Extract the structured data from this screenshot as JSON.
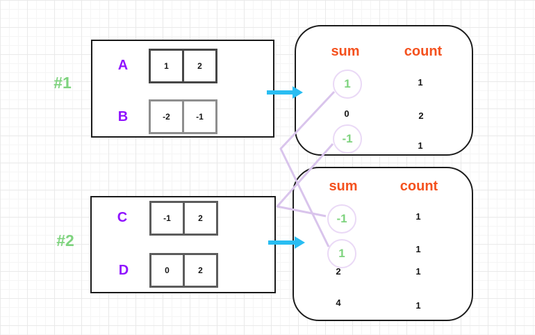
{
  "colors": {
    "accent_cyan": "#29bdf2",
    "accent_orange": "#f4511e",
    "accent_green": "#7ed37e",
    "accent_purple": "#9013fe",
    "connector_lavender": "#d9c4ec",
    "grid_line": "#e9e9e9"
  },
  "examples": [
    {
      "label": "#1",
      "arrays": [
        {
          "name": "A",
          "cells": [
            "1",
            "2"
          ]
        },
        {
          "name": "B",
          "cells": [
            "-2",
            "-1"
          ]
        }
      ],
      "table": {
        "headers": [
          "sum",
          "count"
        ],
        "rows": [
          {
            "sum": "1",
            "count": "1",
            "circled": true
          },
          {
            "sum": "0",
            "count": "2",
            "circled": false
          },
          {
            "sum": "-1",
            "count": "1",
            "circled": true
          }
        ]
      }
    },
    {
      "label": "#2",
      "arrays": [
        {
          "name": "C",
          "cells": [
            "-1",
            "2"
          ]
        },
        {
          "name": "D",
          "cells": [
            "0",
            "2"
          ]
        }
      ],
      "table": {
        "headers": [
          "sum",
          "count"
        ],
        "rows": [
          {
            "sum": "-1",
            "count": "1",
            "circled": true
          },
          {
            "sum": "1",
            "count": "1",
            "circled": true
          },
          {
            "sum": "2",
            "count": "1",
            "circled": false
          },
          {
            "sum": "4",
            "count": "1",
            "circled": false
          }
        ]
      }
    }
  ],
  "connections": [
    {
      "from": "example-1 sum 1",
      "to": "example-2 sum 1"
    },
    {
      "from": "example-1 sum -1",
      "to": "example-2 sum -1"
    }
  ]
}
